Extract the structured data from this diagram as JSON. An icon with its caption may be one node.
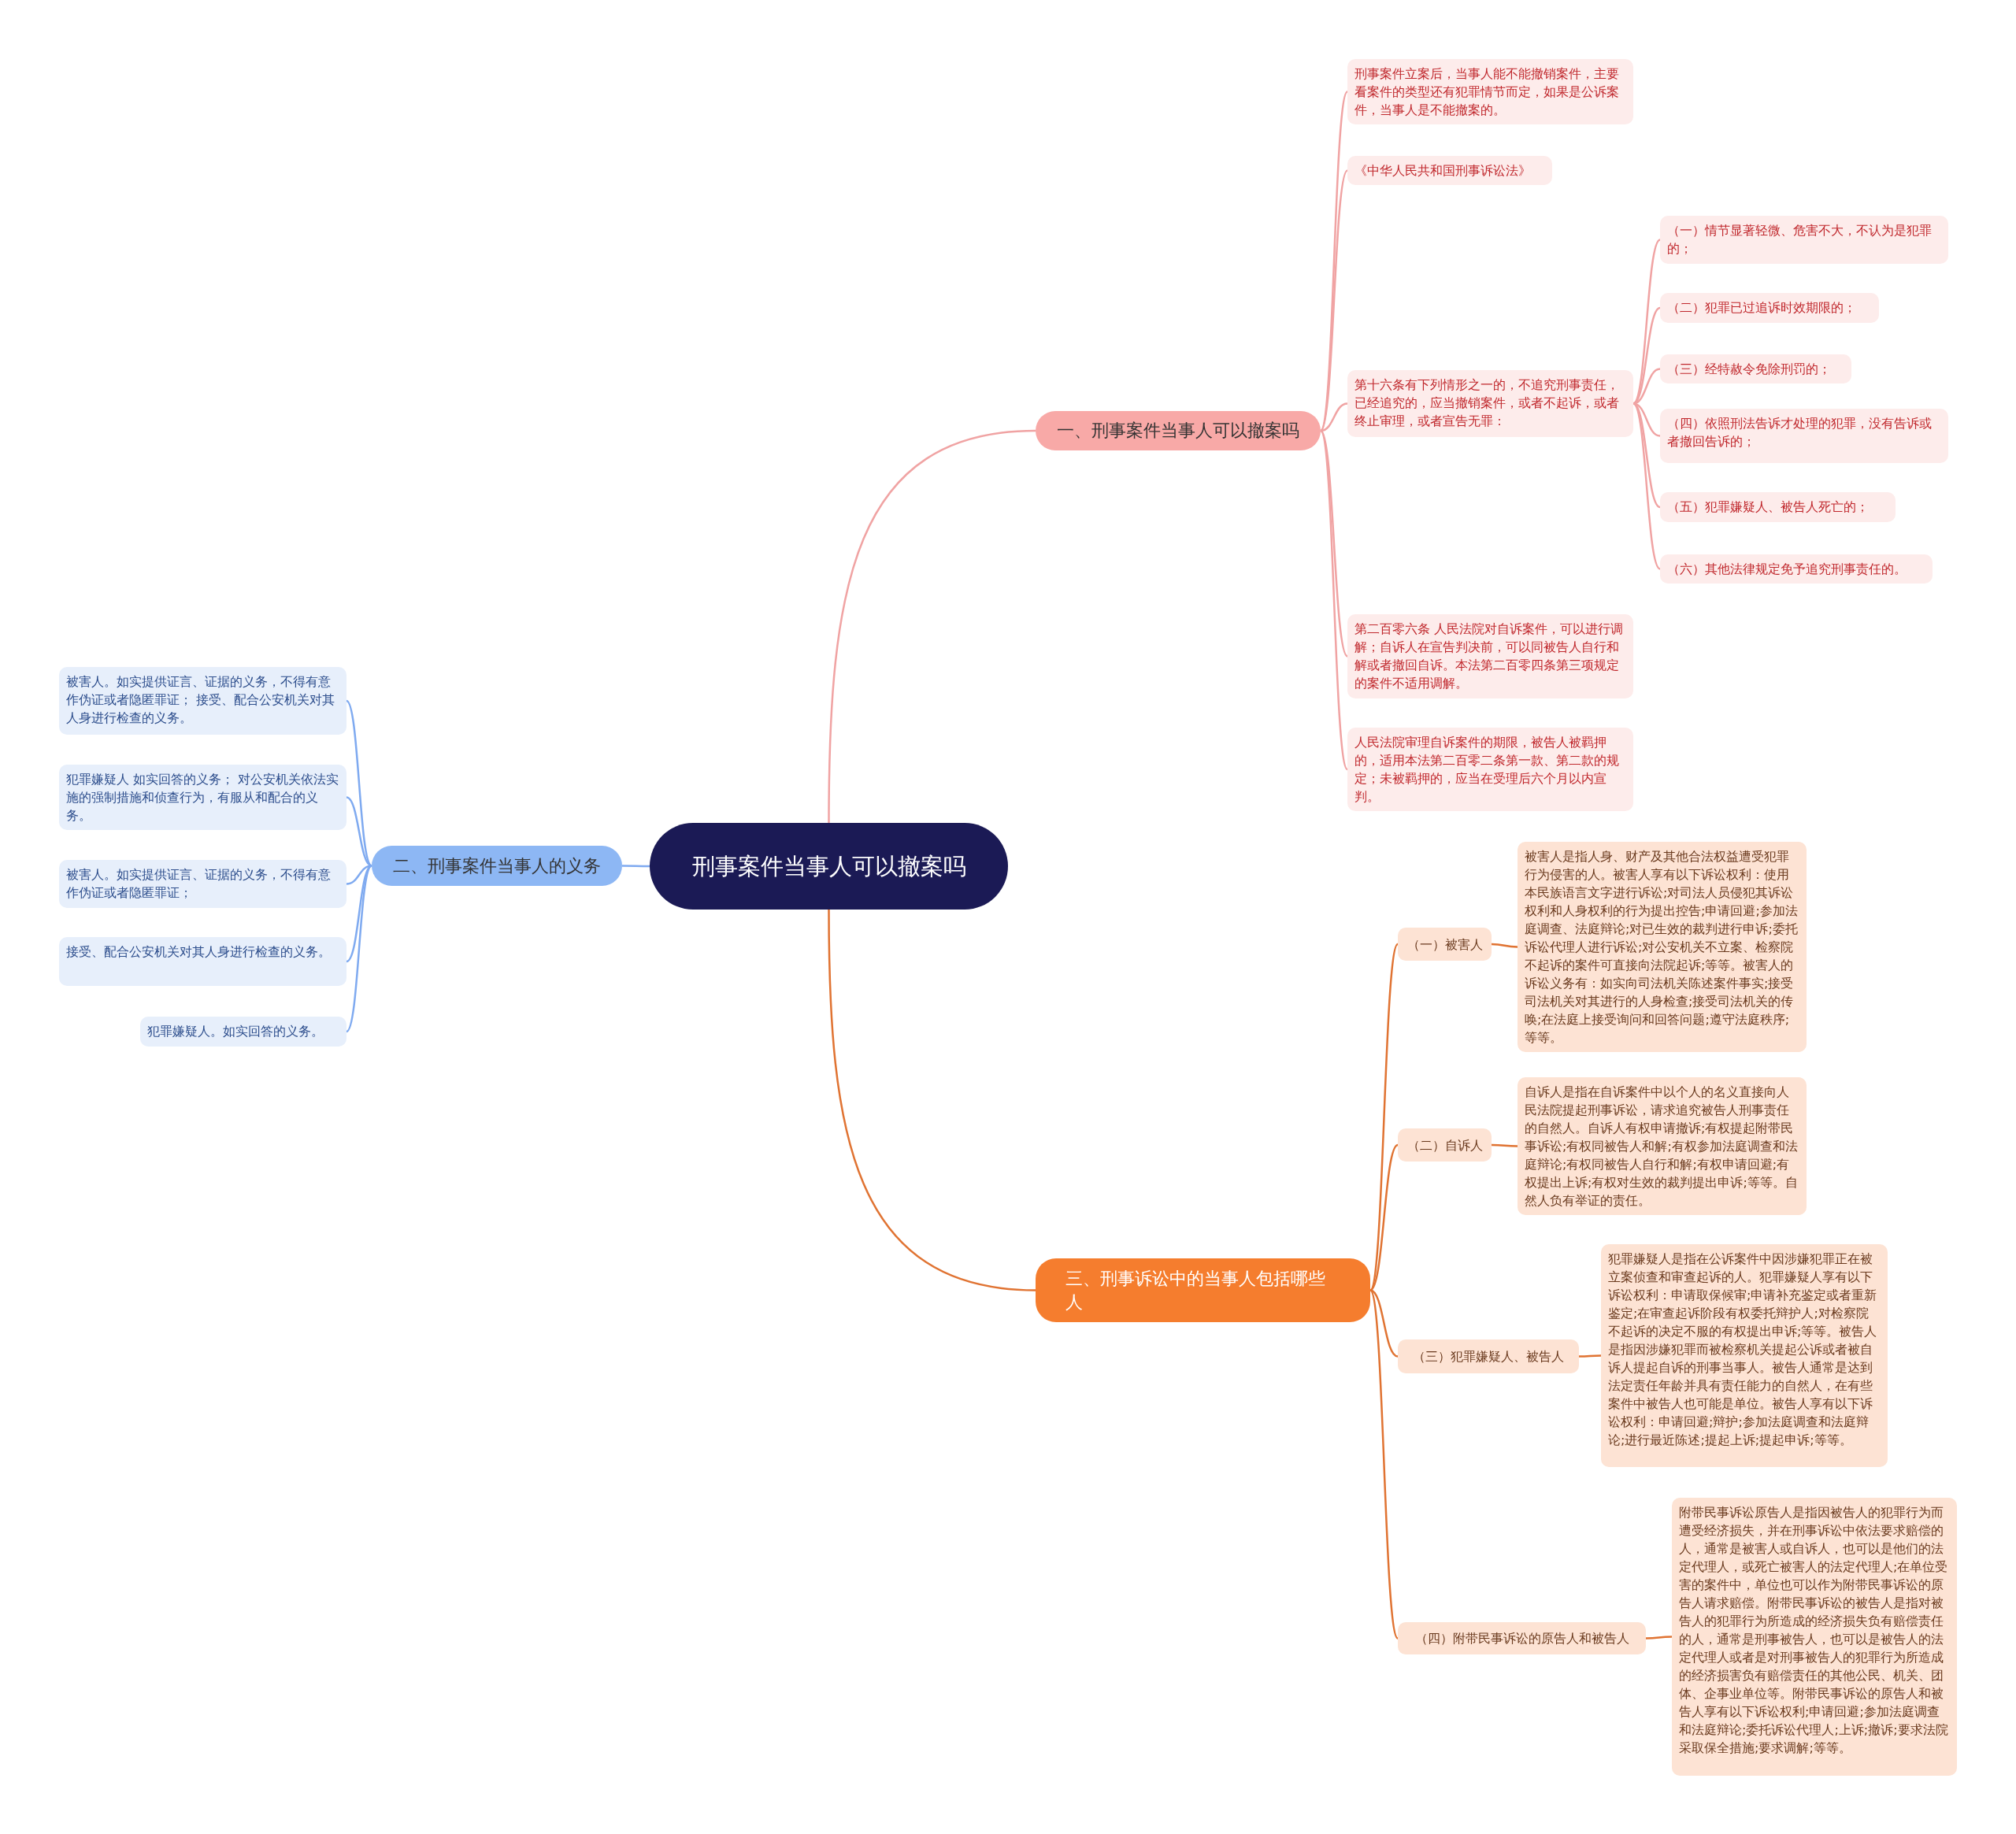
{
  "diagram": {
    "nodes": [
      {
        "text": [
          "刑事案件当事人可以撤案吗"
        ]
      },
      {
        "text": [
          "一、刑事案件当事人可以撤案吗"
        ]
      },
      {
        "text": [
          "刑事案件立案后，当事人能不能撤销案件，主要看案件的类型还有犯罪情节而定，如果是公诉案件，当事人是不能撤案的。"
        ]
      },
      {
        "text": [
          "《中华人民共和国刑事诉讼法》"
        ]
      },
      {
        "text": [
          "第十六条有下列情形之一的，不追究刑事责任，已经追究的，应当撤销案件，或者不起诉，或者终止审理，或者宣告无罪："
        ]
      },
      {
        "text": [
          "（一）情节显著轻微、危害不大，不认为是犯罪的；"
        ]
      },
      {
        "text": [
          "（二）犯罪已过追诉时效期限的；"
        ]
      },
      {
        "text": [
          "（三）经特赦令免除刑罚的；"
        ]
      },
      {
        "text": [
          "（四）依照刑法告诉才处理的犯罪，没有告诉或者撤回告诉的；"
        ]
      },
      {
        "text": [
          "（五）犯罪嫌疑人、被告人死亡的；"
        ]
      },
      {
        "text": [
          "（六）其他法律规定免予追究刑事责任的。"
        ]
      },
      {
        "text": [
          "第二百零六条 人民法院对自诉案件，可以进行调解；自诉人在宣告判决前，可以同被告人自行和解或者撤回自诉。本法第二百零四条第三项规定的案件不适用调解。"
        ]
      },
      {
        "text": [
          "人民法院审理自诉案件的期限，被告人被羁押的，适用本法第二百零二条第一款、第二款的规定；未被羁押的，应当在受理后六个月以内宣判。"
        ]
      },
      {
        "text": [
          "二、刑事案件当事人的义务"
        ]
      },
      {
        "text": [
          "被害人。如实提供证言、证据的义务，不得有意作伪证或者隐匿罪证； 接受、配合公安机关对其人身进行检查的义务。"
        ]
      },
      {
        "text": [
          "犯罪嫌疑人 如实回答的义务； 对公安机关依法实施的强制措施和侦查行为，有服从和配合的义务。"
        ]
      },
      {
        "text": [
          "被害人。如实提供证言、证据的义务，不得有意作伪证或者隐匿罪证；"
        ]
      },
      {
        "text": [
          "接受、配合公安机关对其人身进行检查的义务。"
        ]
      },
      {
        "text": [
          "犯罪嫌疑人。如实回答的义务。"
        ]
      },
      {
        "text": [
          "三、刑事诉讼中的当事人包括哪些人"
        ]
      },
      {
        "text": [
          "（一）被害人"
        ]
      },
      {
        "text": [
          "被害人是指人身、财产及其他合法权益遭受犯罪行为侵害的人。被害人享有以下诉讼权利：使用本民族语言文字进行诉讼;对司法人员侵犯其诉讼权利和人身权利的行为提出控告;申请回避;参加法庭调查、法庭辩论;对已生效的裁判进行申诉;委托诉讼代理人进行诉讼;对公安机关不立案、检察院不起诉的案件可直接向法院起诉;等等。被害人的诉讼义务有：如实向司法机关陈述案件事实;接受司法机关对其进行的人身检查;接受司法机关的传唤;在法庭上接受询问和回答问题;遵守法庭秩序;等等。"
        ]
      },
      {
        "text": [
          "（二）自诉人"
        ]
      },
      {
        "text": [
          "自诉人是指在自诉案件中以个人的名义直接向人民法院提起刑事诉讼，请求追究被告人刑事责任的自然人。自诉人有权申请撤诉;有权提起附带民事诉讼;有权同被告人和解;有权参加法庭调查和法庭辩论;有权同被告人自行和解;有权申请回避;有权提出上诉;有权对生效的裁判提出申诉;等等。自然人负有举证的责任。"
        ]
      },
      {
        "text": [
          "（三）犯罪嫌疑人、被告人"
        ]
      },
      {
        "text": [
          "犯罪嫌疑人是指在公诉案件中因涉嫌犯罪正在被立案侦查和审查起诉的人。犯罪嫌疑人享有以下诉讼权利：申请取保候审;申请补充鉴定或者重新鉴定;在审查起诉阶段有权委托辩护人;对检察院不起诉的决定不服的有权提出申诉;等等。被告人是指因涉嫌犯罪而被检察机关提起公诉或者被自诉人提起自诉的刑事当事人。被告人通常是达到法定责任年龄并具有责任能力的自然人，在有些案件中被告人也可能是单位。被告人享有以下诉讼权利：申请回避;辩护;参加法庭调查和法庭辩论;进行最近陈述;提起上诉;提起申诉;等等。"
        ]
      },
      {
        "text": [
          "（四）附带民事诉讼的原告人和被告人"
        ]
      },
      {
        "text": [
          "附带民事诉讼原告人是指因被告人的犯罪行为而遭受经济损失，并在刑事诉讼中依法要求赔偿的人，通常是被害人或自诉人，也可以是他们的法定代理人，或死亡被害人的法定代理人;在单位受害的案件中，单位也可以作为附带民事诉讼的原告人请求赔偿。附带民事诉讼的被告人是指对被告人的犯罪行为所造成的经济损失负有赔偿责任的人，通常是刑事被告人，也可以是被告人的法定代理人或者是对刑事被告人的犯罪行为所造成的经济损害负有赔偿责任的其他公民、机关、团体、企事业单位等。附带民事诉讼的原告人和被告人享有以下诉讼权利;申请回避;参加法庭调查和法庭辩论;委托诉讼代理人;上诉;撤诉;要求法院采取保全措施;要求调解;等等。"
        ]
      }
    ],
    "edges": [
      {
        "from": 0,
        "to": 1,
        "arrow": "none"
      },
      {
        "from": 0,
        "to": 13,
        "arrow": "none",
        "color": "#7faaf0"
      },
      {
        "from": 0,
        "to": 19,
        "arrow": "none",
        "color": "#e07332"
      },
      {
        "from": 1,
        "to": 2,
        "arrow": "none"
      },
      {
        "from": 1,
        "to": 3,
        "arrow": "none"
      },
      {
        "from": 1,
        "to": 4,
        "arrow": "none"
      },
      {
        "from": 1,
        "to": 11,
        "arrow": "none"
      },
      {
        "from": 1,
        "to": 12,
        "arrow": "none"
      },
      {
        "from": 4,
        "to": 5,
        "arrow": "none"
      },
      {
        "from": 4,
        "to": 6,
        "arrow": "none"
      },
      {
        "from": 4,
        "to": 7,
        "arrow": "none"
      },
      {
        "from": 4,
        "to": 8,
        "arrow": "none"
      },
      {
        "from": 4,
        "to": 9,
        "arrow": "none"
      },
      {
        "from": 4,
        "to": 10,
        "arrow": "none"
      },
      {
        "from": 13,
        "to": 14,
        "arrow": "none",
        "color": "#7faaf0"
      },
      {
        "from": 13,
        "to": 15,
        "arrow": "none",
        "color": "#7faaf0"
      },
      {
        "from": 13,
        "to": 16,
        "arrow": "none",
        "color": "#7faaf0"
      },
      {
        "from": 13,
        "to": 17,
        "arrow": "none",
        "color": "#7faaf0"
      },
      {
        "from": 13,
        "to": 18,
        "arrow": "none",
        "color": "#7faaf0"
      },
      {
        "from": 19,
        "to": 20,
        "arrow": "none",
        "color": "#e07332"
      },
      {
        "from": 19,
        "to": 22,
        "arrow": "none",
        "color": "#e07332"
      },
      {
        "from": 19,
        "to": 24,
        "arrow": "none",
        "color": "#e07332"
      },
      {
        "from": 19,
        "to": 26,
        "arrow": "none",
        "color": "#e07332"
      },
      {
        "from": 20,
        "to": 21,
        "arrow": "none",
        "color": "#e07332"
      },
      {
        "from": 22,
        "to": 23,
        "arrow": "none",
        "color": "#e07332"
      },
      {
        "from": 24,
        "to": 25,
        "arrow": "none",
        "color": "#e07332"
      },
      {
        "from": 26,
        "to": 27,
        "arrow": "none",
        "color": "#e07332"
      }
    ]
  }
}
